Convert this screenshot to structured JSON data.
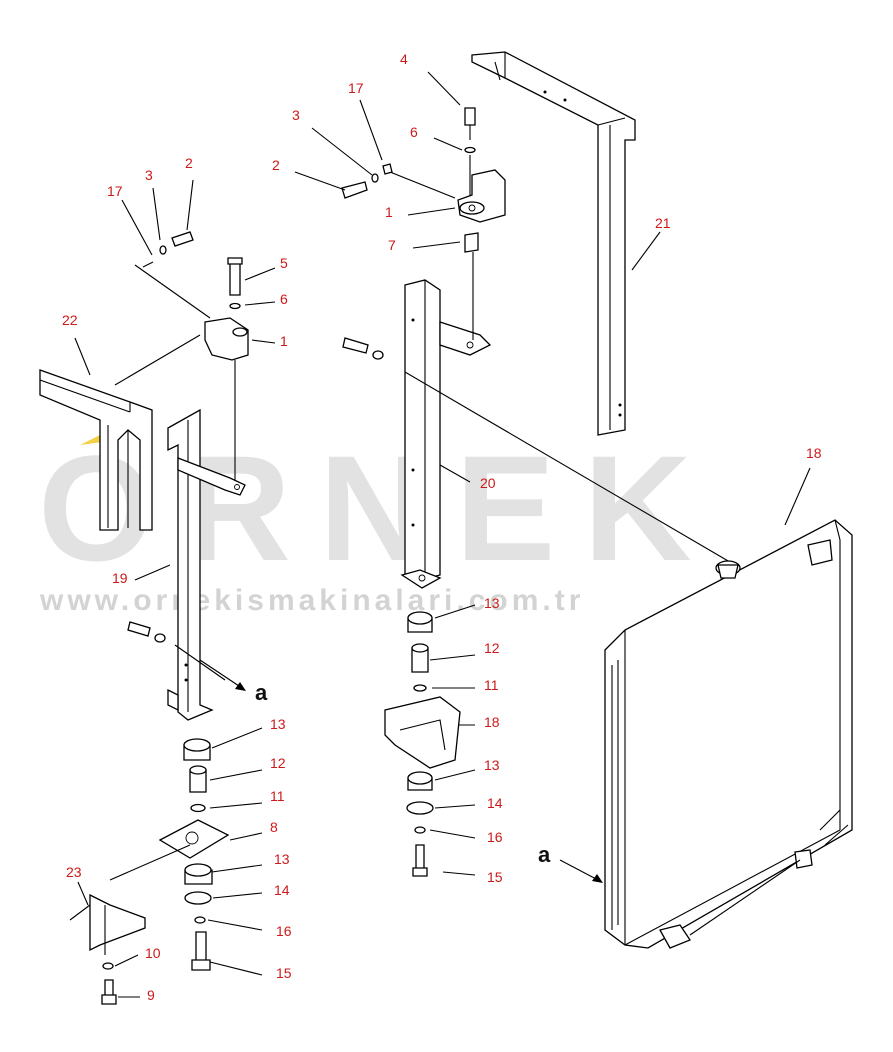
{
  "watermark": {
    "brand": "ORNEK",
    "url": "www.ornekismakinalari.com.tr",
    "color": "#d9d9d9",
    "accent": "#f0c419"
  },
  "labels": {
    "leader_color": "#cc1a1a",
    "callouts": [
      {
        "id": "c4",
        "text": "4"
      },
      {
        "id": "c17a",
        "text": "17"
      },
      {
        "id": "c3a",
        "text": "3"
      },
      {
        "id": "c6a",
        "text": "6"
      },
      {
        "id": "c2a",
        "text": "2"
      },
      {
        "id": "c1a",
        "text": "1"
      },
      {
        "id": "c7",
        "text": "7"
      },
      {
        "id": "c21",
        "text": "21"
      },
      {
        "id": "c17b",
        "text": "17"
      },
      {
        "id": "c3b",
        "text": "3"
      },
      {
        "id": "c2b",
        "text": "2"
      },
      {
        "id": "c5",
        "text": "5"
      },
      {
        "id": "c6b",
        "text": "6"
      },
      {
        "id": "c1b",
        "text": "1"
      },
      {
        "id": "c22",
        "text": "22"
      },
      {
        "id": "c20",
        "text": "20"
      },
      {
        "id": "c18a",
        "text": "18"
      },
      {
        "id": "c19",
        "text": "19"
      },
      {
        "id": "c13a",
        "text": "13"
      },
      {
        "id": "c12a",
        "text": "12"
      },
      {
        "id": "c11a",
        "text": "11"
      },
      {
        "id": "c18b",
        "text": "18"
      },
      {
        "id": "c13b",
        "text": "13"
      },
      {
        "id": "c14a",
        "text": "14"
      },
      {
        "id": "c16a",
        "text": "16"
      },
      {
        "id": "c15a",
        "text": "15"
      },
      {
        "id": "c13c",
        "text": "13"
      },
      {
        "id": "c12b",
        "text": "12"
      },
      {
        "id": "c11b",
        "text": "11"
      },
      {
        "id": "c8",
        "text": "8"
      },
      {
        "id": "c13d",
        "text": "13"
      },
      {
        "id": "c14b",
        "text": "14"
      },
      {
        "id": "c16b",
        "text": "16"
      },
      {
        "id": "c15b",
        "text": "15"
      },
      {
        "id": "c23",
        "text": "23"
      },
      {
        "id": "c10",
        "text": "10"
      },
      {
        "id": "c9",
        "text": "9"
      }
    ],
    "view_letters": [
      {
        "id": "va1",
        "text": "a"
      },
      {
        "id": "va2",
        "text": "a"
      }
    ]
  }
}
